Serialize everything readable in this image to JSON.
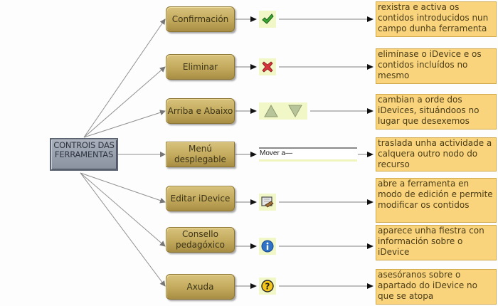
{
  "root": {
    "label": "CONTROIS DAS FERRAMENTAS"
  },
  "nodes": [
    {
      "id": "confirmacion",
      "label": "Confirmación",
      "icon": "checkmark-icon",
      "description": "rexistra e activa os contidos introducidos nun campo dunha ferramenta"
    },
    {
      "id": "eliminar",
      "label": "Eliminar",
      "icon": "delete-x-icon",
      "description": "elimínase o iDevice e os contidos incluídos no mesmo"
    },
    {
      "id": "arriba-abaixo",
      "label": "Arriba e Abaixo",
      "icon": "up-down-arrows-icon",
      "description": "cambian a orde dos iDevices, situándoos no lugar que desexemos"
    },
    {
      "id": "menu-desplegable",
      "label": "Menú desplegable",
      "icon": "dropdown",
      "dropdown_value": "Mover a—",
      "description": "traslada unha actividade a calquera outro nodo do recurso"
    },
    {
      "id": "editar-idevice",
      "label": "Editar iDevice",
      "icon": "edit-icon",
      "description": "abre a ferramenta en modo de edición e permite modificar os contidos"
    },
    {
      "id": "consello-pedagoxico",
      "label": "Consello pedagóxico",
      "icon": "info-icon",
      "description": "aparece unha fiestra con información sobre o iDevice"
    },
    {
      "id": "axuda",
      "label": "Axuda",
      "icon": "help-icon",
      "description": "asesóranos sobre o apartado do iDevice no que se atopa"
    }
  ],
  "colors": {
    "root_fill": "#9aa1ad",
    "node_fill": "#c8b062",
    "icon_bg": "#f2f7c8",
    "description_fill": "#f9d47c",
    "connector": "#808080"
  }
}
